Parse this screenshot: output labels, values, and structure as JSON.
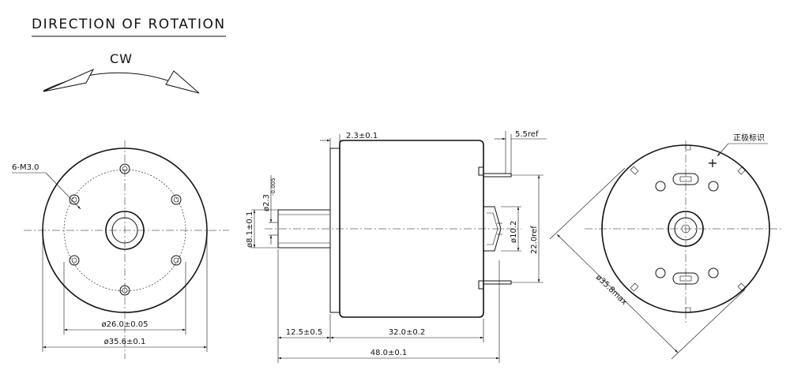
{
  "title": "DIRECTION OF ROTATION",
  "rotation_label": "CW",
  "front_view": {
    "hole_callout": "6-M3.0",
    "dim_inner_circle": "ø26.0±0.05",
    "dim_outer_diameter": "ø35.6±0.1"
  },
  "side_view": {
    "dim_flange": "2.3±0.1",
    "dim_terminal": "5.5ref",
    "dim_shaft": "ø2.3",
    "dim_shaft_tol": "-0.005",
    "dim_boss": "ø8.1±0.1",
    "dim_bearing": "ø10.2",
    "dim_terminal_span": "22.0ref",
    "dim_shaft_length": "12.5±0.5",
    "dim_body_length": "32.0±0.2",
    "dim_total_length": "48.0±0.1"
  },
  "rear_view": {
    "polarity_label": "正极标识",
    "polarity_symbol": "+",
    "dim_max_diameter": "ø35.8max"
  }
}
